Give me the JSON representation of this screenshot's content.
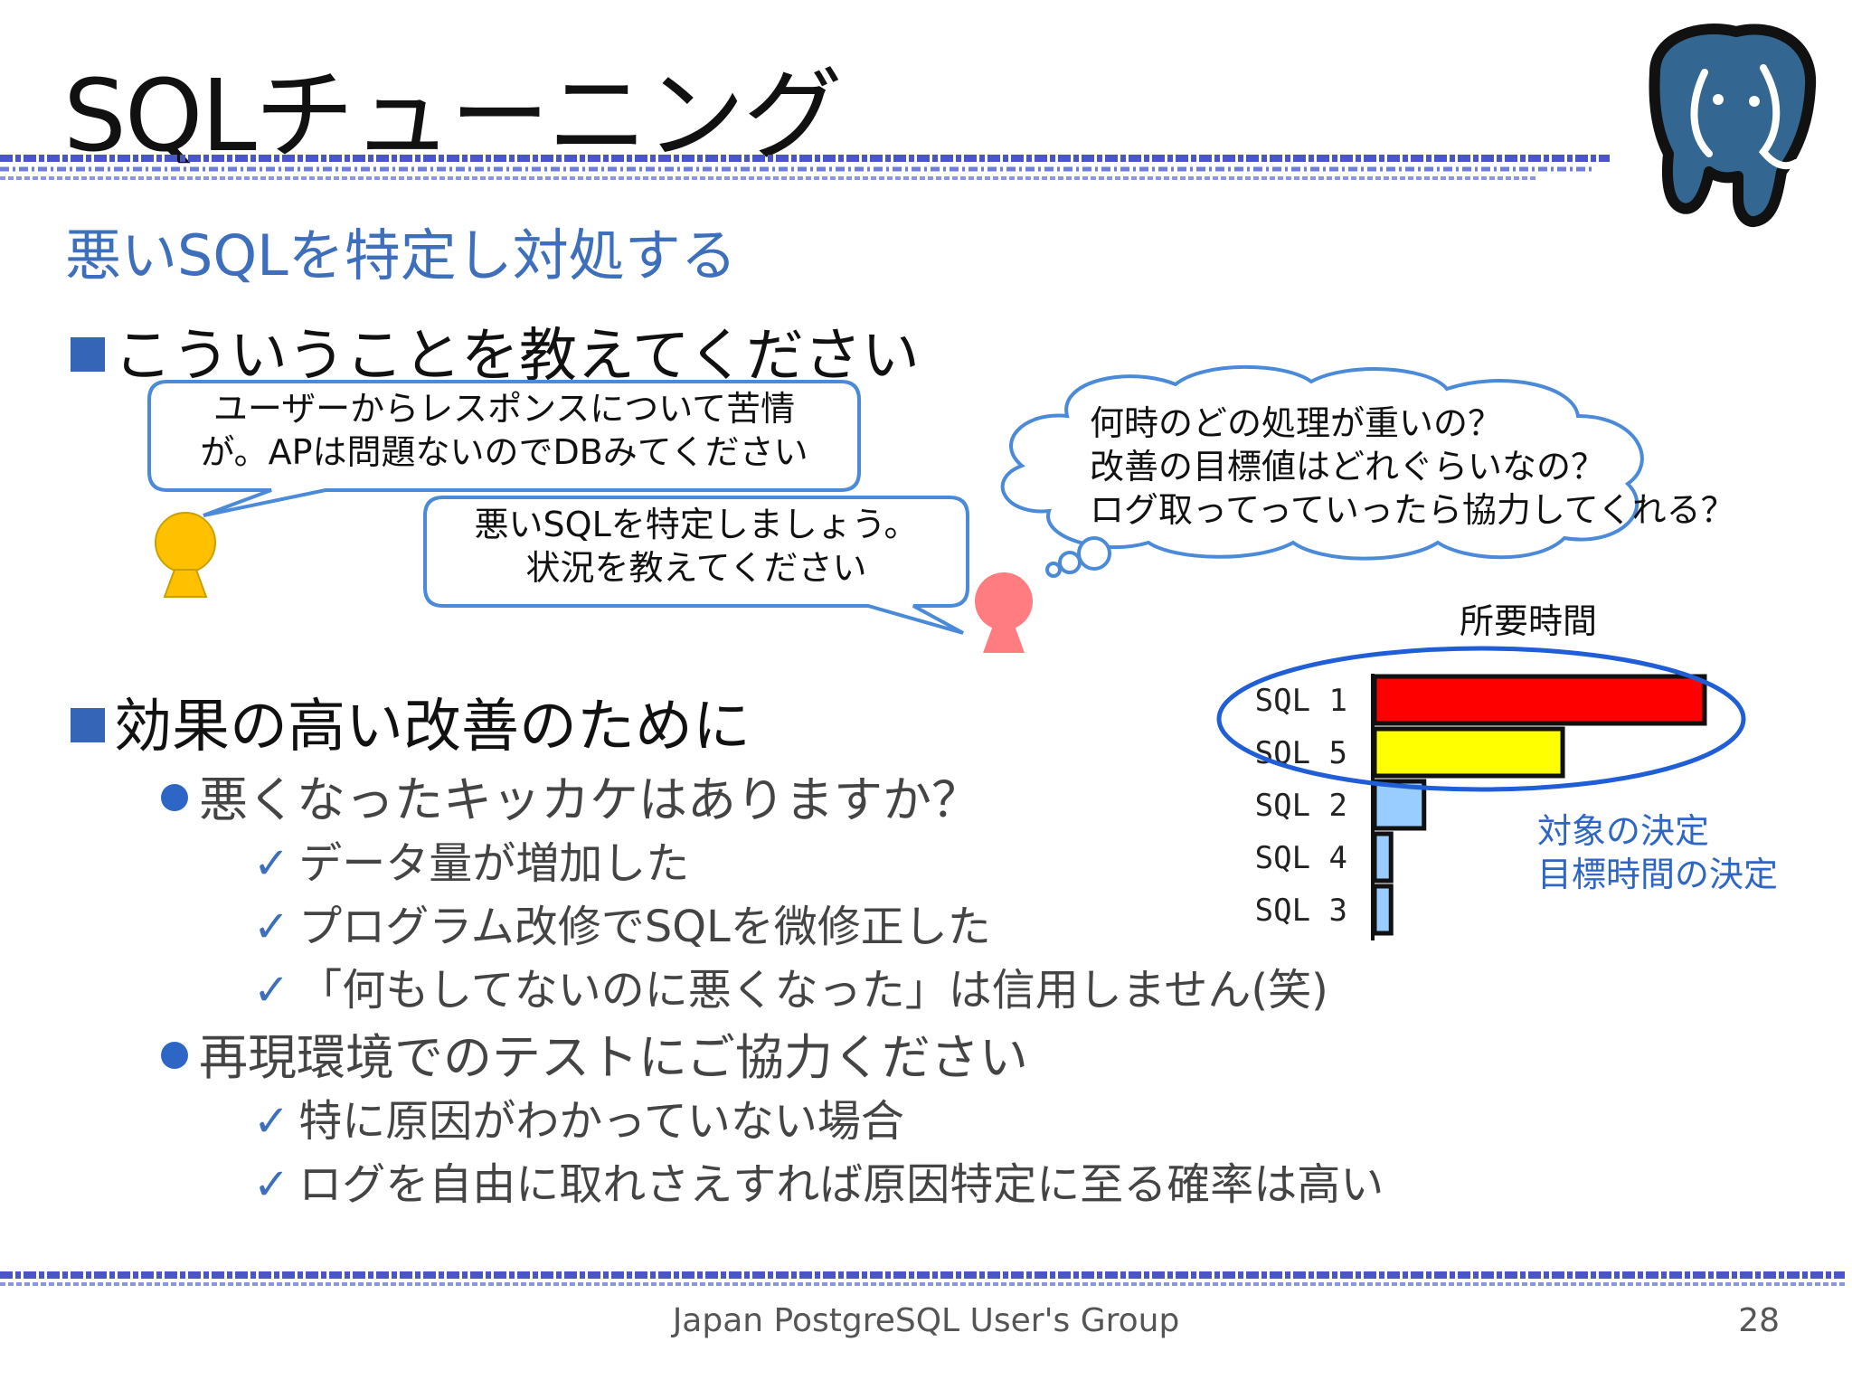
{
  "slide": {
    "title": "SQLチューニング",
    "subtitle": "悪いSQLを特定し対処する",
    "page_number": "28",
    "footer": "Japan PostgreSQL User's Group"
  },
  "section1": {
    "heading": "こういうことを教えてください"
  },
  "dialog": {
    "bubble_user_line1": "ユーザーからレスポンスについて苦情",
    "bubble_user_line2": "が。APは問題ないのでDBみてください",
    "bubble_dba_line1": "悪いSQLを特定しましょう。",
    "bubble_dba_line2": "状況を教えてください",
    "thought_line1": "何時のどの処理が重いの？",
    "thought_line2": "改善の目標値はどれぐらいなの？",
    "thought_line3": "ログ取ってっていったら協力してくれる？"
  },
  "section2": {
    "heading": "効果の高い改善のために",
    "bullet1": "悪くなったキッカケはありますか？",
    "bullet1_items": [
      "データ量が増加した",
      "プログラム改修でSQLを微修正した",
      "「何もしてないのに悪くなった」は信用しません(笑)"
    ],
    "bullet2": "再現環境でのテストにご協力ください",
    "bullet2_items": [
      "特に原因がわかっていない場合",
      "ログを自由に取れさえすれば原因特定に至る確率は高い"
    ]
  },
  "chart_data": {
    "type": "bar",
    "orientation": "horizontal",
    "title": "所要時間",
    "categories": [
      "SQL 1",
      "SQL 5",
      "SQL 2",
      "SQL 4",
      "SQL 3"
    ],
    "values": [
      100,
      57,
      15,
      5,
      5
    ],
    "colors": [
      "#ff0000",
      "#ffff00",
      "#99ccff",
      "#99ccff",
      "#99ccff"
    ],
    "highlighted": [
      "SQL 1",
      "SQL 5"
    ],
    "annotation_line1": "対象の決定",
    "annotation_line2": "目標時間の決定"
  },
  "colors": {
    "accent_blue": "#3565b6",
    "user_figure": "#ffc000",
    "dba_figure": "#ff7c80",
    "logo_blue": "#336791"
  },
  "icons": {
    "logo": "postgresql-elephant-icon",
    "user": "person-icon",
    "dba": "person-icon"
  }
}
